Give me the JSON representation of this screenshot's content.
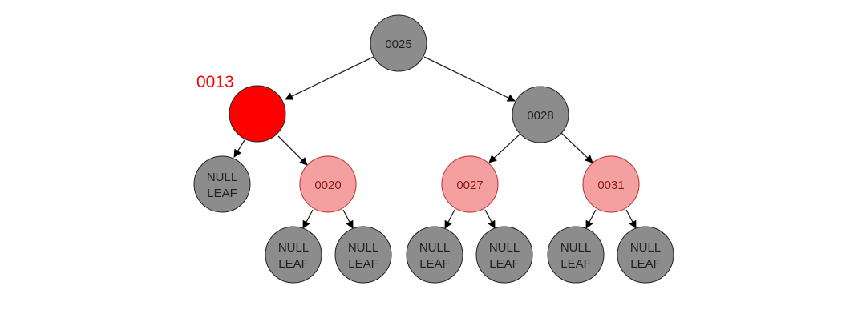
{
  "tree": {
    "root": {
      "label": "0025",
      "color": "gray"
    },
    "left": {
      "label": "",
      "color": "red-solid"
    },
    "right": {
      "label": "0028",
      "color": "gray"
    },
    "left_left": {
      "label_line1": "NULL",
      "label_line2": "LEAF",
      "color": "gray"
    },
    "left_right": {
      "label": "0020",
      "color": "pink"
    },
    "right_left": {
      "label": "0027",
      "color": "pink"
    },
    "right_right": {
      "label": "0031",
      "color": "pink"
    },
    "leaf": {
      "line1": "NULL",
      "line2": "LEAF"
    }
  },
  "floating_label": "0013",
  "colors": {
    "gray_fill": "#8c8c8c",
    "pink_fill": "#f5a0a0",
    "pink_stroke": "#c24545",
    "red_fill": "#ff0000",
    "stroke": "#222222",
    "floating_text": "#ff0000"
  }
}
